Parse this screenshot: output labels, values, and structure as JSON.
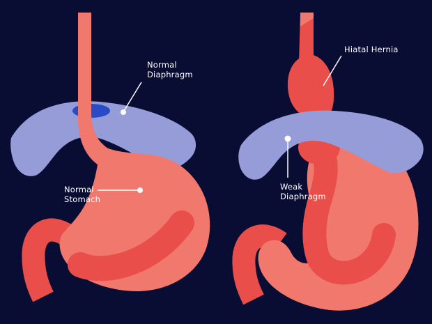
{
  "colors": {
    "background": "#0A0D33",
    "diaphragm": "#959CD8",
    "organ": "#F1786C",
    "organ_inner": "#E94E4A",
    "hiatus_opening": "#2A4BC6",
    "annotation": "#FFFFFF"
  },
  "panels": {
    "left": {
      "labels": {
        "diaphragm": "Normal\nDiaphragm",
        "stomach": "Normal\nStomach"
      }
    },
    "right": {
      "labels": {
        "hernia": "Hiatal Hernia",
        "diaphragm": "Weak\nDiaphragm"
      }
    }
  }
}
